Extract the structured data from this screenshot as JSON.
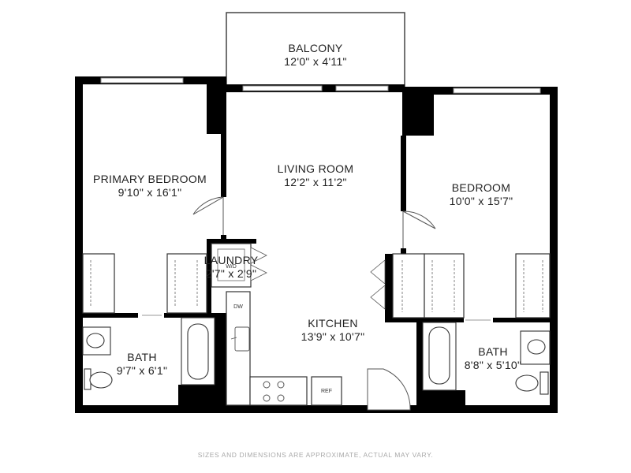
{
  "rooms": {
    "balcony": {
      "name": "BALCONY",
      "dims": "12'0\" x 4'11\""
    },
    "primary_bedroom": {
      "name": "PRIMARY BEDROOM",
      "dims": "9'10\" x 16'1\""
    },
    "living_room": {
      "name": "LIVING ROOM",
      "dims": "12'2\" x 11'2\""
    },
    "bedroom": {
      "name": "BEDROOM",
      "dims": "10'0\" x 15'7\""
    },
    "laundry": {
      "name": "LAUNDRY",
      "dims": "2'7\" x 2'9\""
    },
    "kitchen": {
      "name": "KITCHEN",
      "dims": "13'9\" x 10'7\""
    },
    "bath_left": {
      "name": "BATH",
      "dims": "9'7\" x 6'1\""
    },
    "bath_right": {
      "name": "BATH",
      "dims": "8'8\" x 5'10\""
    }
  },
  "fixtures": {
    "washer_dryer": "W/D",
    "dishwasher": "DW",
    "refrigerator": "REF"
  },
  "disclaimer": "SIZES AND DIMENSIONS ARE APPROXIMATE, ACTUAL MAY VARY.",
  "colors": {
    "wall": "#000000",
    "fixture_line": "#555555",
    "window": "#888888"
  }
}
